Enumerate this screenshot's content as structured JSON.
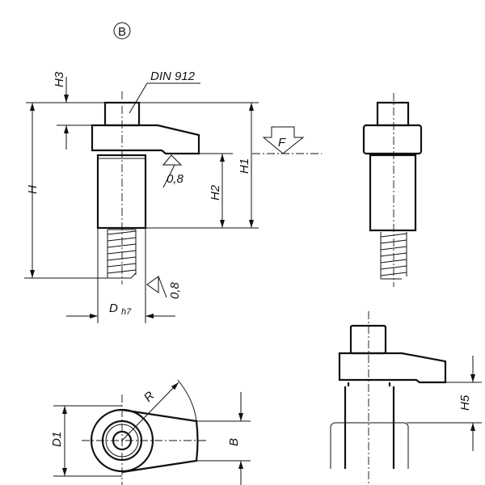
{
  "view_label": "B",
  "labels": {
    "din": "DIN 912",
    "h": "H",
    "h1": "H1",
    "h2": "H2",
    "h3": "H3",
    "h5": "H5",
    "f": "F",
    "rough1": "0,8",
    "rough2": "0,8",
    "d": "D",
    "d_tol": "h7",
    "d1": "D1",
    "b": "B",
    "r": "R"
  },
  "colors": {
    "line": "#111111",
    "background": "#ffffff"
  }
}
